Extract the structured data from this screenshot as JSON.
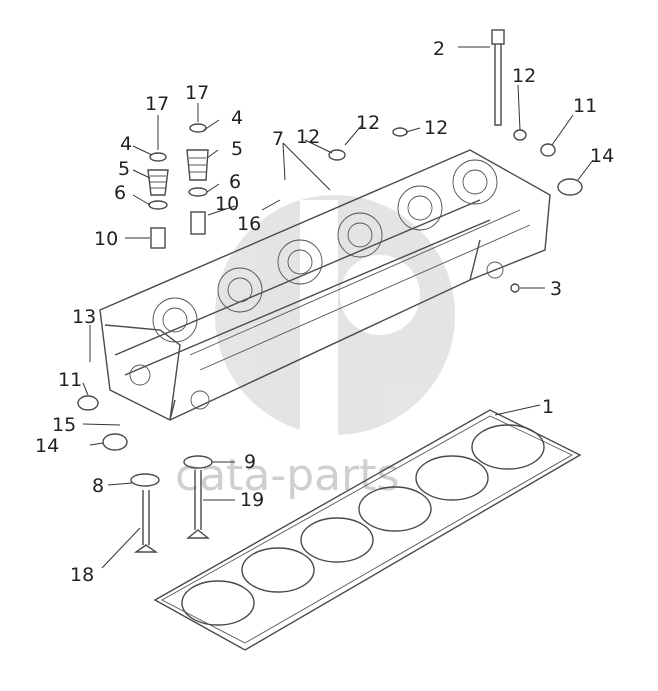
{
  "watermark": {
    "text": "cata-parts"
  },
  "callouts": [
    {
      "id": "c1",
      "label": "1"
    },
    {
      "id": "c2",
      "label": "2"
    },
    {
      "id": "c3",
      "label": "3"
    },
    {
      "id": "c4a",
      "label": "4"
    },
    {
      "id": "c4b",
      "label": "4"
    },
    {
      "id": "c5a",
      "label": "5"
    },
    {
      "id": "c5b",
      "label": "5"
    },
    {
      "id": "c6a",
      "label": "6"
    },
    {
      "id": "c6b",
      "label": "6"
    },
    {
      "id": "c7",
      "label": "7"
    },
    {
      "id": "c8",
      "label": "8"
    },
    {
      "id": "c9",
      "label": "9"
    },
    {
      "id": "c10a",
      "label": "10"
    },
    {
      "id": "c10b",
      "label": "10"
    },
    {
      "id": "c11a",
      "label": "11"
    },
    {
      "id": "c11b",
      "label": "11"
    },
    {
      "id": "c12a",
      "label": "12"
    },
    {
      "id": "c12b",
      "label": "12"
    },
    {
      "id": "c12c",
      "label": "12"
    },
    {
      "id": "c12d",
      "label": "12"
    },
    {
      "id": "c13",
      "label": "13"
    },
    {
      "id": "c14a",
      "label": "14"
    },
    {
      "id": "c14b",
      "label": "14"
    },
    {
      "id": "c15",
      "label": "15"
    },
    {
      "id": "c16",
      "label": "16"
    },
    {
      "id": "c17a",
      "label": "17"
    },
    {
      "id": "c17b",
      "label": "17"
    },
    {
      "id": "c18",
      "label": "18"
    },
    {
      "id": "c19",
      "label": "19"
    }
  ]
}
